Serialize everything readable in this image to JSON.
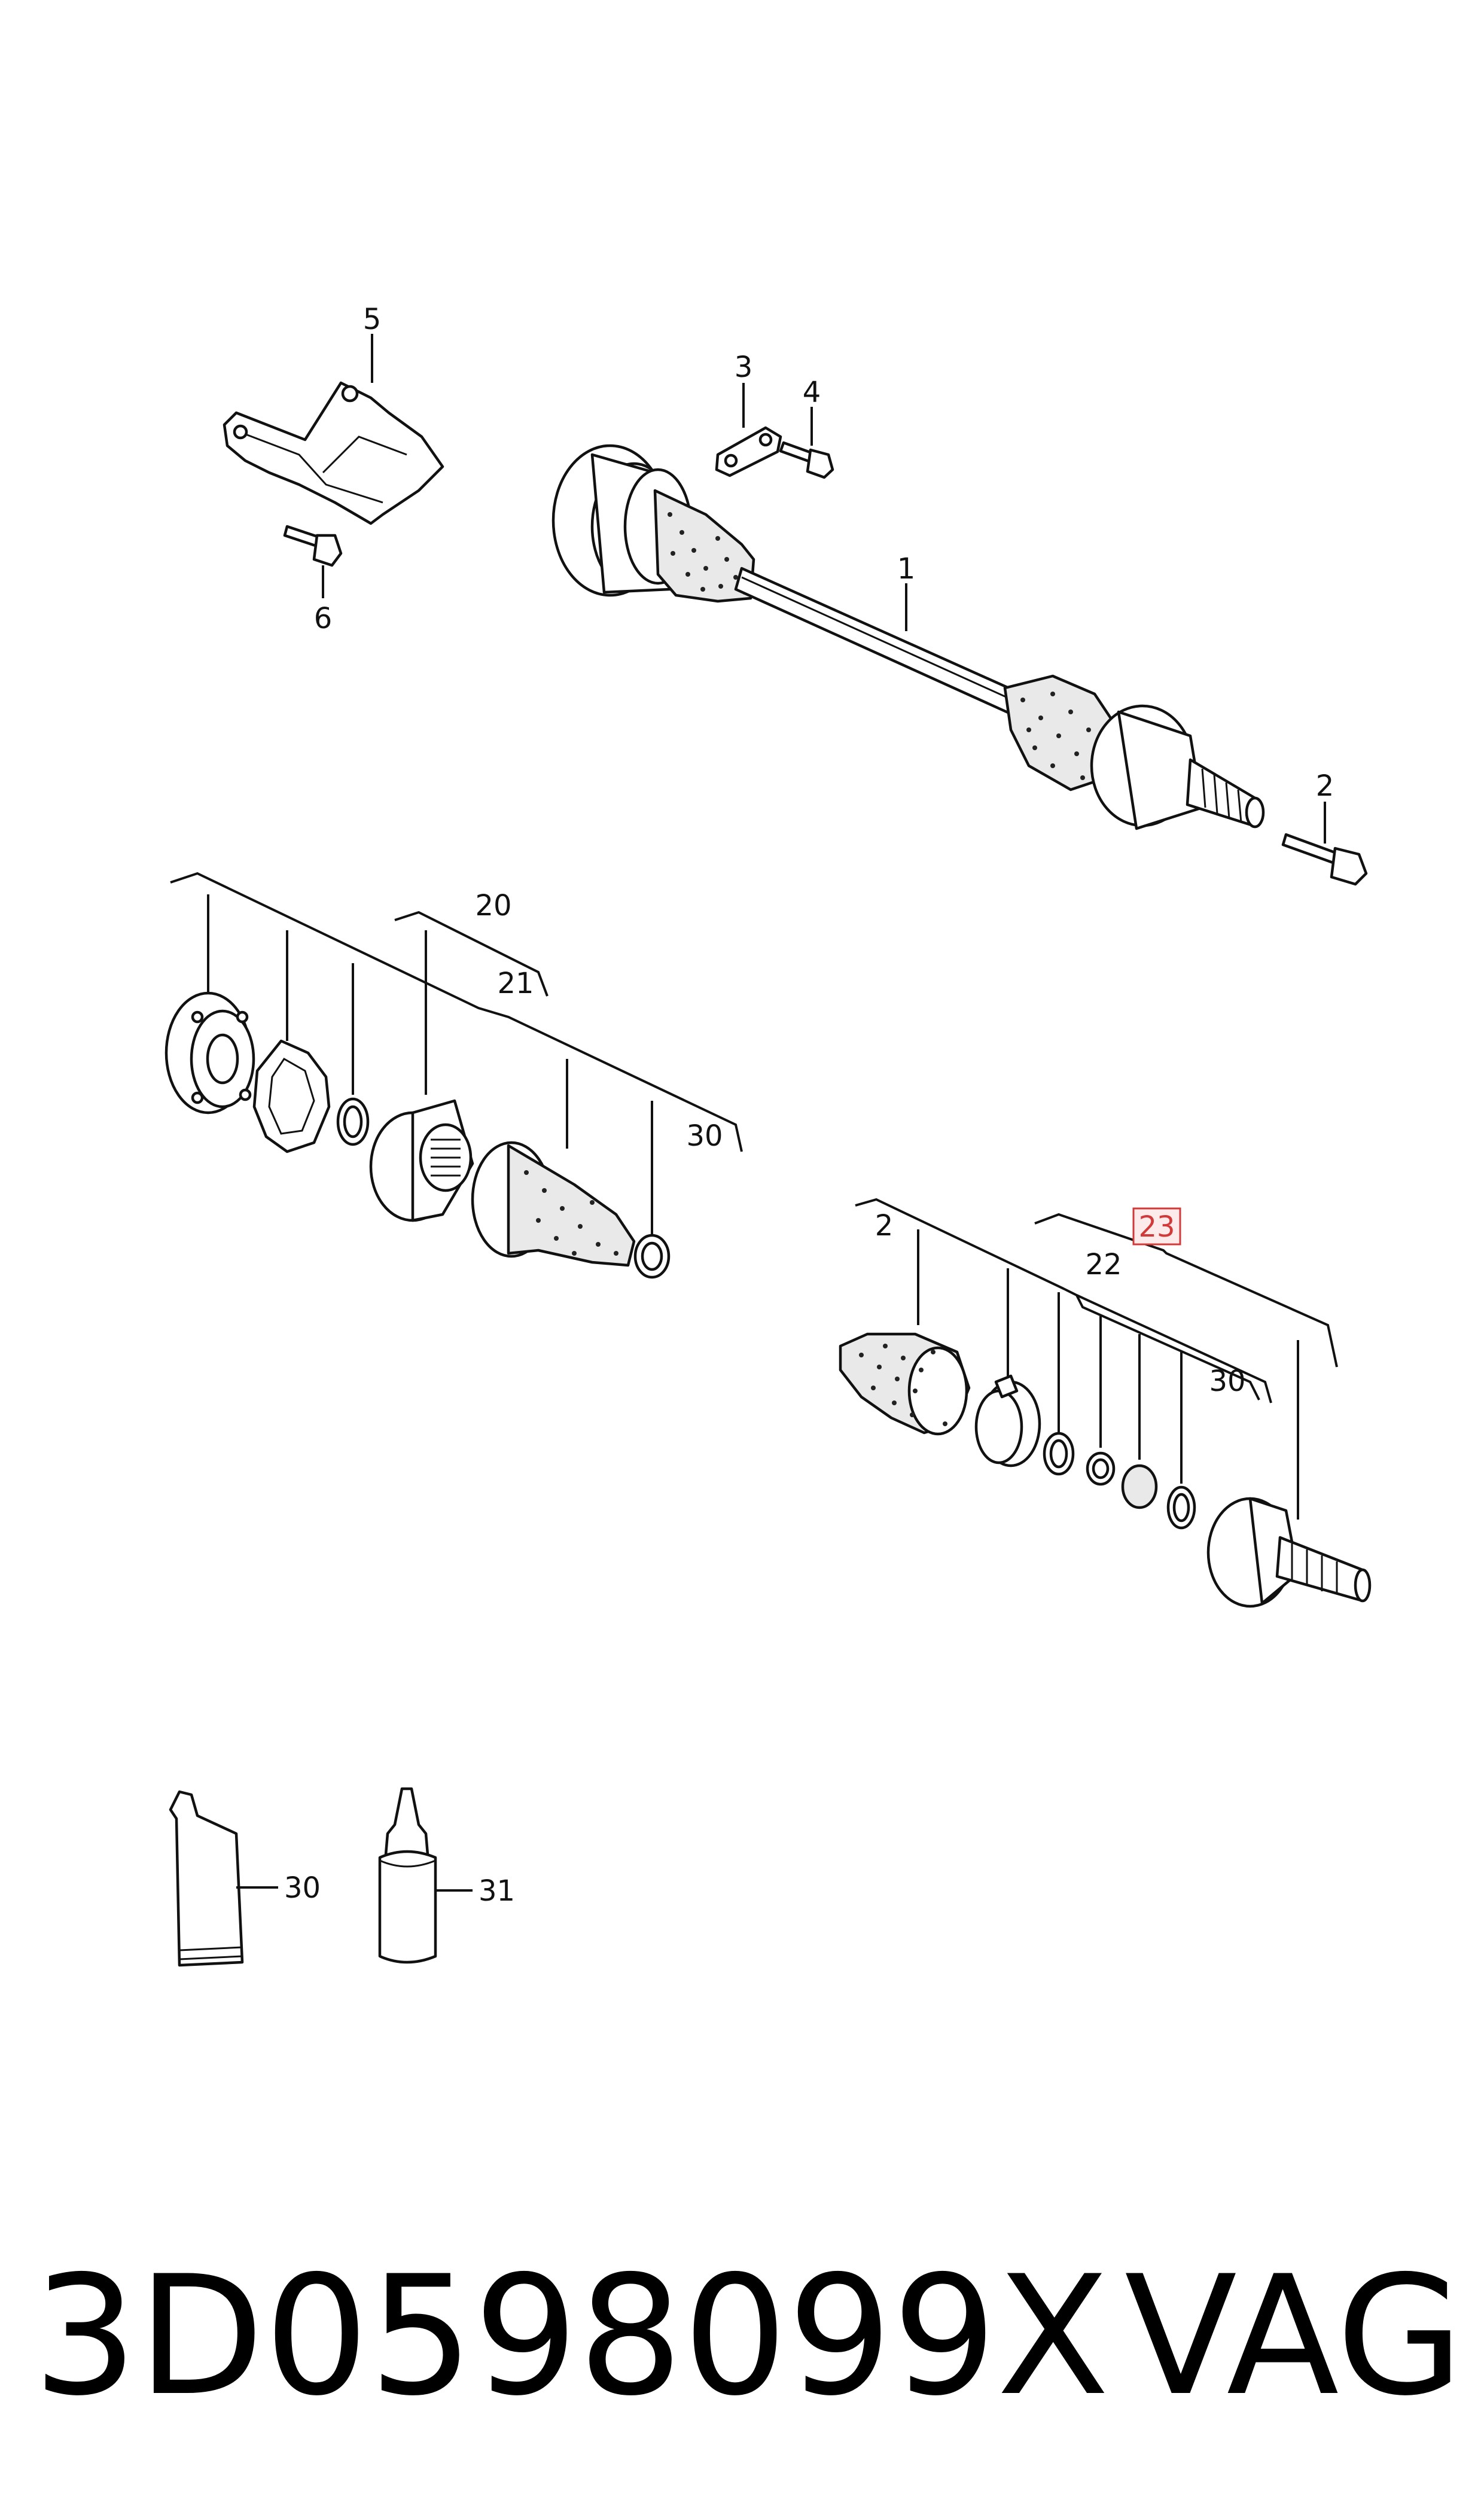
{
  "diagram": {
    "callouts": {
      "shaft": "1",
      "bolt_main": "2",
      "lock_plate": "3",
      "bolt_small": "4",
      "heat_shield": "5",
      "shield_bolt": "6",
      "inner_set": "20",
      "inner_set_sub": "21",
      "inner_grease": "30",
      "outer_boot": "2",
      "outer_set": "22",
      "outer_set_full": "23",
      "outer_grease": "30",
      "grease_tube": "30",
      "bottle": "31"
    },
    "highlight_color": "#d23a3a"
  },
  "caption": {
    "part_number": "3D0598099X",
    "brand": "VAG"
  }
}
